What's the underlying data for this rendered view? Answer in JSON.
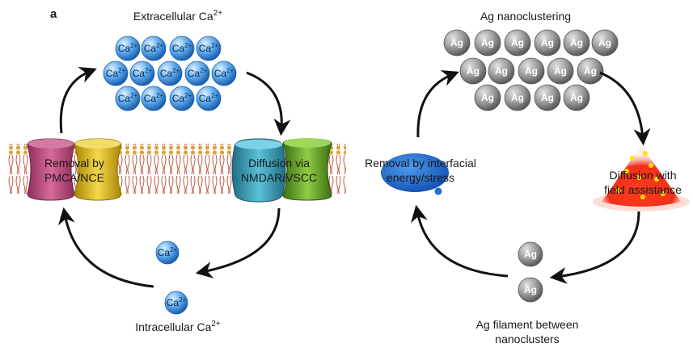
{
  "panel_label": "a",
  "left": {
    "top_label_base": "Extracellular Ca",
    "top_label_sup": "2+",
    "bottom_label_base": "Intracellular Ca",
    "bottom_label_sup": "2+",
    "removal_line1": "Removal  by",
    "removal_line2": "PMCA/NCE",
    "diffusion_line1": "Diffusion via",
    "diffusion_line2": "NMDAR/VSCC",
    "ion_text": "Ca",
    "ion_sup": "2+"
  },
  "right": {
    "top_label": "Ag nanoclustering",
    "removal_line1": "Removal by interfacial",
    "removal_line2": "energy/stress",
    "diffusion_line1": "Diffusion with",
    "diffusion_line2": "field assistance",
    "bottom_line1": "Ag filament between",
    "bottom_line2": "nanoclusters",
    "ag_text": "Ag"
  },
  "colors": {
    "ca_ion": "#4a9be0",
    "ag_cluster": "#9a9a9a",
    "pmca": "#c2507e",
    "nce": "#e6c21a",
    "nmdar": "#3f9fb8",
    "vscc": "#6aa52a",
    "cone": "#e8231a",
    "blob": "#1f6fd1",
    "lipid_head": "#d9a441",
    "lipid_tail": "#b84a2e",
    "arrow": "#111111"
  }
}
